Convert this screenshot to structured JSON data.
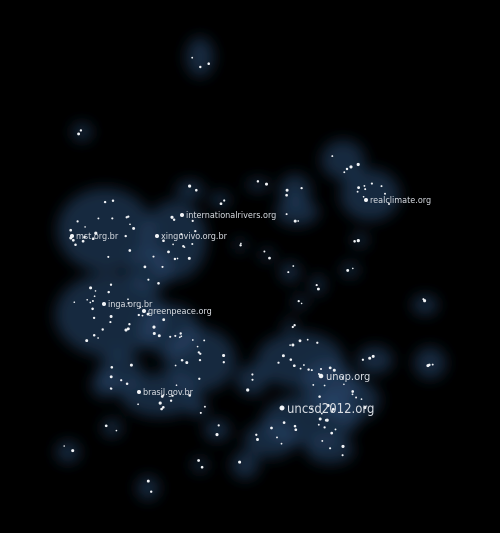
{
  "colors": {
    "background": "#000000",
    "cluster_glow": "#2a4a72",
    "node": "#f2f4f7",
    "label": "#d9dde3"
  },
  "labels": {
    "realclimate": "realclimate.org",
    "internationalrivers": "internationalrivers.org",
    "mst": "mst.org.br",
    "xinguvivo": "xinguvivo.org.br",
    "inga": "inga.org.br",
    "greenpeace": "greenpeace.org",
    "unep": "unep.org",
    "uncsd": "uncsd2012.org",
    "brasil": "brasil.gov.br"
  }
}
